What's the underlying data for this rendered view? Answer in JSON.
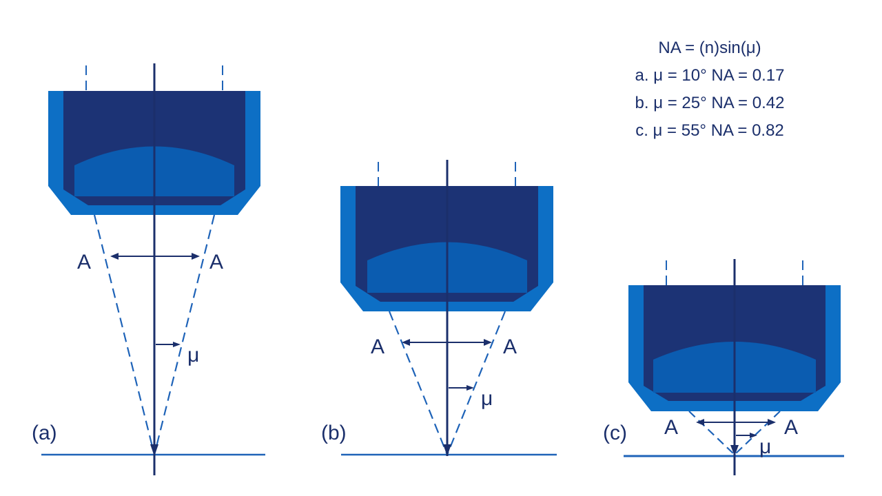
{
  "formula": {
    "title": "NA = (n)sin(μ)",
    "lines": [
      "a. μ = 10° NA = 0.17",
      "b. μ = 25° NA = 0.42",
      "c. μ = 55° NA = 0.82"
    ]
  },
  "panels": [
    {
      "id": "a",
      "label": "(a)",
      "aperture_left": "A",
      "aperture_right": "A",
      "angle_symbol": "μ",
      "half_angle_deg": 10,
      "numerical_aperture": 0.17
    },
    {
      "id": "b",
      "label": "(b)",
      "aperture_left": "A",
      "aperture_right": "A",
      "angle_symbol": "μ",
      "half_angle_deg": 25,
      "numerical_aperture": 0.42
    },
    {
      "id": "c",
      "label": "(c)",
      "aperture_left": "A",
      "aperture_right": "A",
      "angle_symbol": "μ",
      "half_angle_deg": 55,
      "numerical_aperture": 0.82
    }
  ],
  "colors": {
    "housing_dark": "#1c3375",
    "housing_light": "#0d6fc5",
    "lens": "#0b5cb0",
    "line": "#1b2f6b",
    "dashed": "#1e63b8"
  }
}
